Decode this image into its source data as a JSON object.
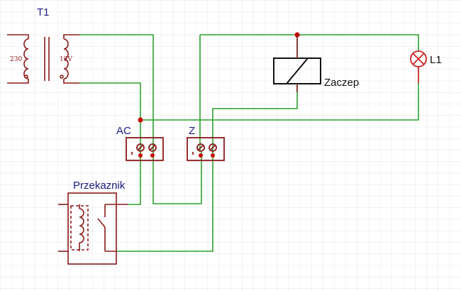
{
  "labels": {
    "transformer": "T1",
    "primary_voltage": "230",
    "secondary_voltage": "12V",
    "lamp": "L1",
    "coil": "Zaczep",
    "terminal_ac": "AC",
    "terminal_z": "Z",
    "relay": "Przekaznik"
  },
  "colors": {
    "wire": "#2ca02c",
    "component": "#8b1a1a",
    "junction": "#cc0000",
    "grid": "#e6e6e6",
    "label_blue": "#1a1a80",
    "label_black": "#111111",
    "lamp": "#cc2222"
  },
  "icons": {
    "transformer": "transformer-symbol",
    "lamp": "lamp-symbol",
    "coil": "coil-symbol",
    "relay": "relay-symbol",
    "terminal": "screw-terminal-symbol"
  }
}
